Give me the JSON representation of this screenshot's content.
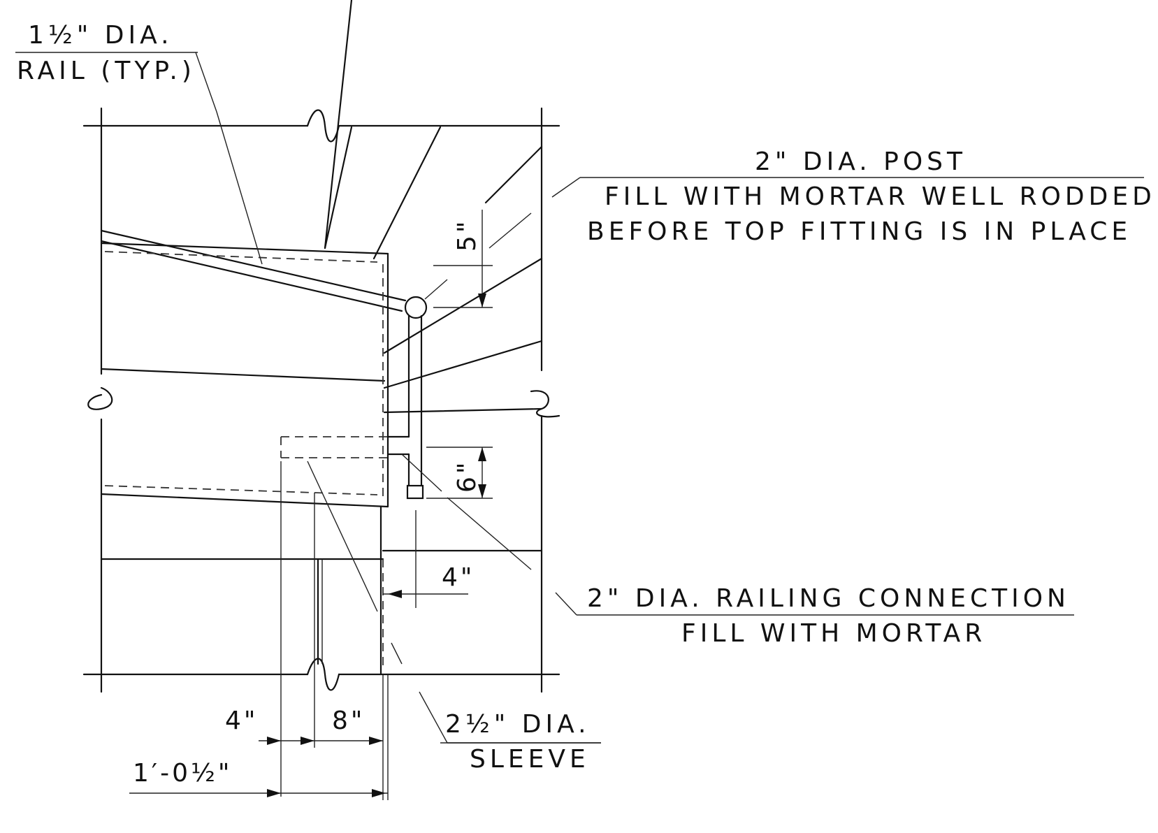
{
  "labels": {
    "rail_line1": "1½\" DIA.",
    "rail_line2": "RAIL (TYP.)",
    "post_line1": "2\" DIA. POST",
    "post_line2": "FILL WITH MORTAR WELL RODDED",
    "post_line3": "BEFORE TOP FITTING IS IN PLACE",
    "conn_line1": "2\" DIA. RAILING CONNECTION",
    "conn_line2": "FILL WITH MORTAR",
    "sleeve_line1": "2½\" DIA.",
    "sleeve_line2": "SLEEVE"
  },
  "dimensions": {
    "post_top": "5\"",
    "post_embed": "6\"",
    "offset": "4\"",
    "bottom_left": "4\"",
    "bottom_mid": "8\"",
    "bottom_total": "1′-0½\""
  }
}
